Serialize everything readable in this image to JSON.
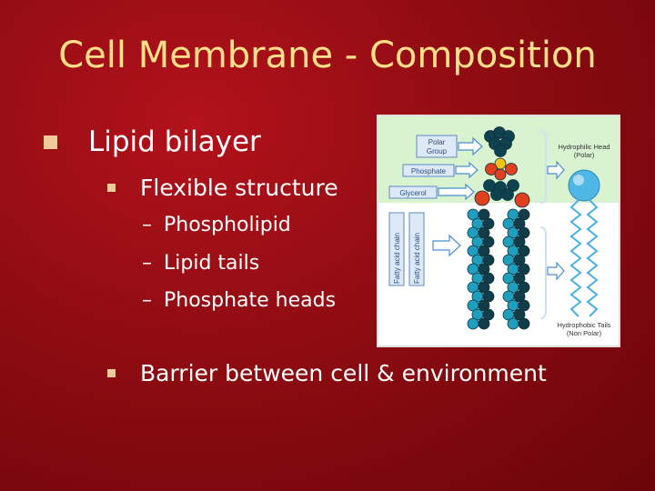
{
  "slide": {
    "title": "Cell Membrane - Composition",
    "bullets": {
      "lipid_bilayer": "Lipid bilayer",
      "flexible_structure": "Flexible structure",
      "phospholipid": "Phospholipid",
      "lipid_tails": "Lipid tails",
      "phosphate_heads": "Phosphate heads",
      "barrier": "Barrier between cell & environment"
    }
  },
  "figure": {
    "labels": {
      "polar_group_1": "Polar",
      "polar_group_2": "Group",
      "phosphate": "Phosphate",
      "glycerol": "Glycerol",
      "fatty_acid_1": "Fatty acid chain",
      "fatty_acid_2": "Fatty acid chain",
      "hydrophilic_1": "Hydrophilic Head",
      "hydrophilic_2": "(Polar)",
      "hydrophobic_1": "Hydrophobic Tails",
      "hydrophobic_2": "(Non Polar)"
    }
  },
  "colors": {
    "title": "#ffe08a",
    "bullet_square": "#f2c99a",
    "head_region": "#d9f2d0",
    "atom": "#1f9fbf",
    "oxygen": "#e0401f",
    "phosphorus": "#f2c21b"
  }
}
